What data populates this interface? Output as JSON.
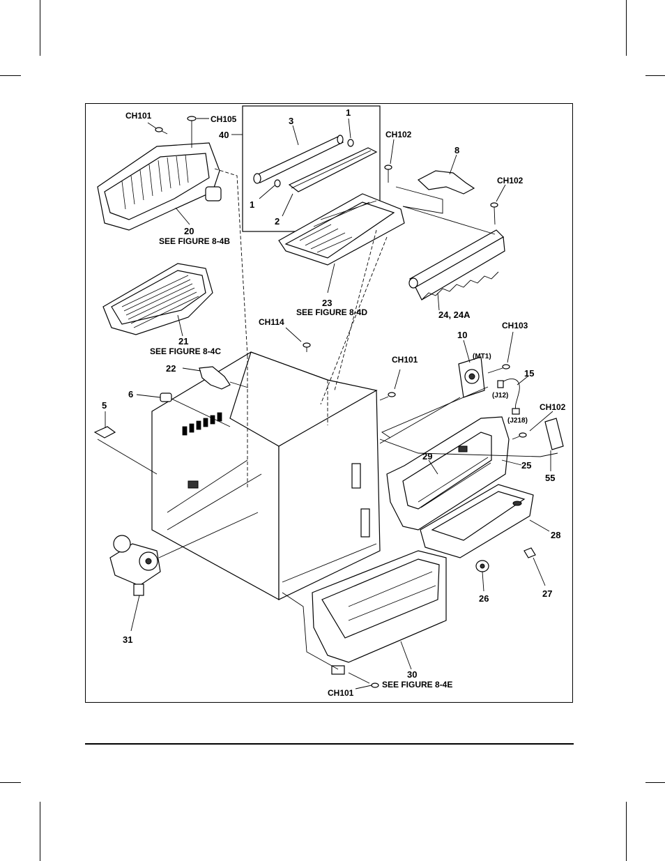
{
  "labels": {
    "ch101_top": "CH101",
    "ch105": "CH105",
    "n40": "40",
    "n3": "3",
    "n1_top": "1",
    "n1_left": "1",
    "n2": "2",
    "ch102_a": "CH102",
    "n8": "8",
    "ch102_b": "CH102",
    "n20": "20",
    "see_8_4b": "SEE FIGURE 8-4B",
    "n23": "23",
    "see_8_4d": "SEE FIGURE 8-4D",
    "n24": "24, 24A",
    "n21": "21",
    "see_8_4c": "SEE FIGURE 8-4C",
    "ch114": "CH114",
    "n10": "10",
    "mt1": "(MT1)",
    "ch103": "CH103",
    "n22": "22",
    "ch101_mid": "CH101",
    "n15": "15",
    "j12": "(J12)",
    "n6": "6",
    "n5": "5",
    "j218": "(J218)",
    "ch102_c": "CH102",
    "n29": "29",
    "n25": "25",
    "n55": "55",
    "n28": "28",
    "n26": "26",
    "n27": "27",
    "n31": "31",
    "n30": "30",
    "see_8_4e": "SEE FIGURE 8-4E",
    "ch101_bot": "CH101"
  }
}
